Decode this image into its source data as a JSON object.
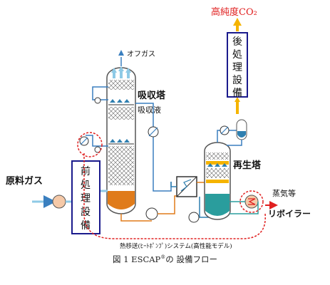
{
  "labels": {
    "product_co2": "高純度CO₂",
    "post_treatment": [
      "後",
      "処",
      "理",
      "設",
      "備"
    ],
    "off_gas": "オフガス",
    "absorber": "吸収塔",
    "absorbent": "吸収液",
    "feed_gas": "原料ガス",
    "pre_treatment": [
      "前",
      "処",
      "理",
      "設",
      "備"
    ],
    "regenerator": "再生塔",
    "steam": "蒸気等",
    "reboiler": "リボイラー",
    "heat_pump": "熱移送(ﾋｰﾄﾎﾟﾝﾌﾟ)システム(高性能モデル)"
  },
  "caption": {
    "prefix": "図 1 ESCAP",
    "mark": "®",
    "suffix": "の 設備フロー"
  },
  "colors": {
    "gas_line": "#8ecae6",
    "rich_liquid": "#e07b1a",
    "lean_liquid": "#2e7fb0",
    "product_arrow": "#f5b400",
    "heat_loop": "#e02020",
    "steam": "#e02020",
    "box_border": "#1a1a8c",
    "regen_liquid": "#2a9d9d",
    "tray": "#f5b400"
  }
}
